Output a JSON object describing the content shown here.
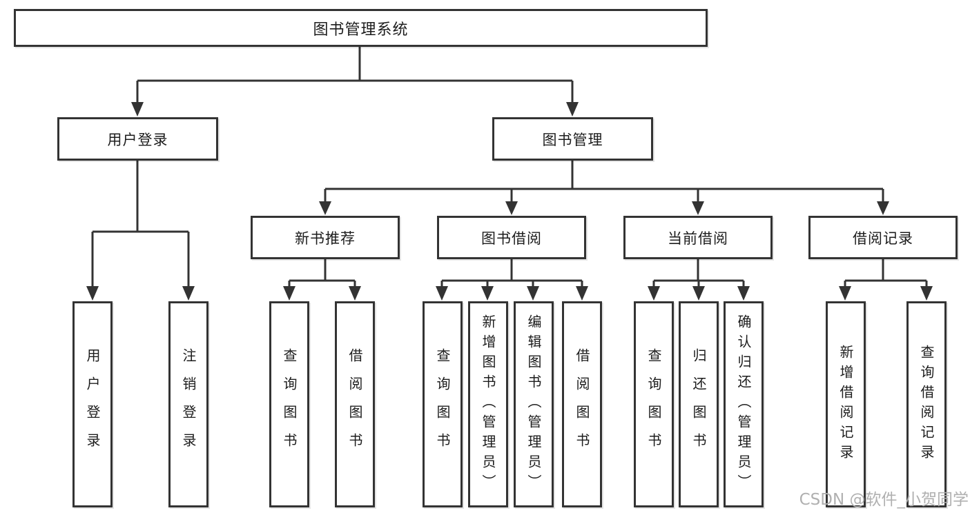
{
  "diagram": {
    "kind": "hierarchy-tree",
    "orientation": "top-down"
  },
  "colors": {
    "line": "#333333",
    "box_border": "#333333",
    "text": "#1c1c1c",
    "background": "#ffffff",
    "watermark": "#b0b0b0"
  },
  "tree": {
    "root": {
      "label": "图书管理系统",
      "children": [
        {
          "label": "用户登录",
          "children": [
            {
              "label": "用户登录"
            },
            {
              "label": "注销登录"
            }
          ]
        },
        {
          "label": "图书管理",
          "children": [
            {
              "label": "新书推荐",
              "children": [
                {
                  "label": "查询图书"
                },
                {
                  "label": "借阅图书"
                }
              ]
            },
            {
              "label": "图书借阅",
              "children": [
                {
                  "label": "查询图书"
                },
                {
                  "label": "新增图书（管理员）"
                },
                {
                  "label": "编辑图书（管理员）"
                },
                {
                  "label": "借阅图书"
                }
              ]
            },
            {
              "label": "当前借阅",
              "children": [
                {
                  "label": "查询图书"
                },
                {
                  "label": "归还图书"
                },
                {
                  "label": "确认归还（管理员）"
                }
              ]
            },
            {
              "label": "借阅记录",
              "children": [
                {
                  "label": "新增借阅记录"
                },
                {
                  "label": "查询借阅记录"
                }
              ]
            }
          ]
        }
      ]
    }
  },
  "watermark": {
    "text": "CSDN @软件_小贺同学"
  }
}
